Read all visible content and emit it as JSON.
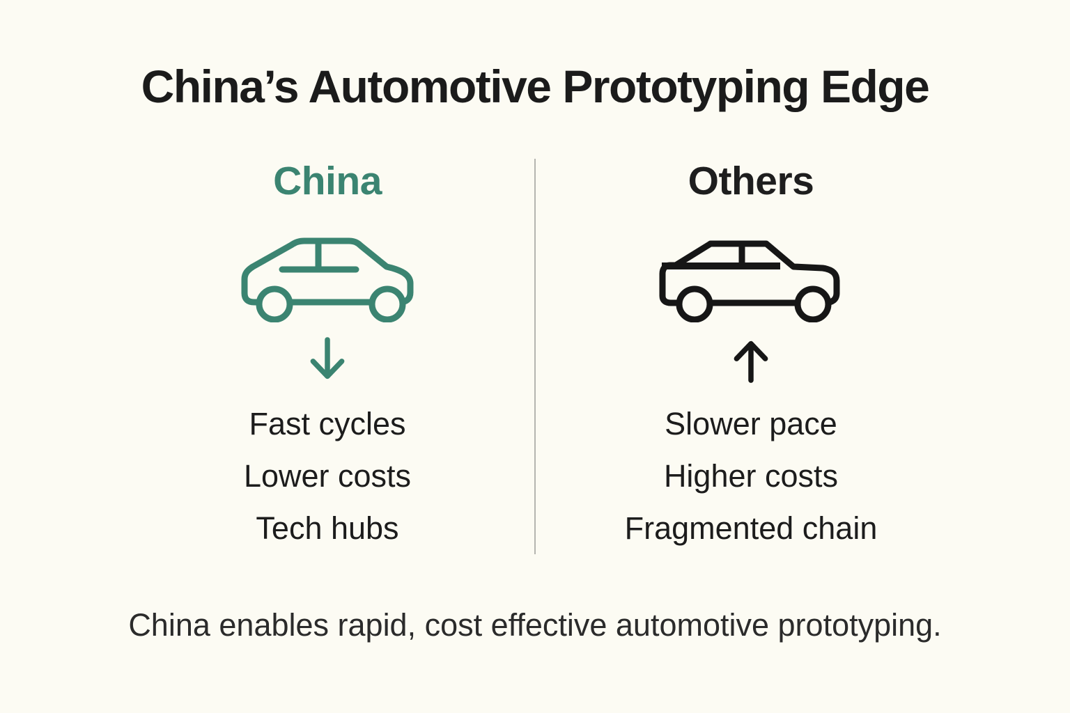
{
  "title": "China’s Automotive Prototyping Edge",
  "caption": "China enables rapid, cost effective automotive prototyping.",
  "columns": [
    {
      "header": "China",
      "icon": "car-icon",
      "arrow_icon": "down-arrow-icon",
      "arrow_direction": "down",
      "items": [
        "Fast cycles",
        "Lower costs",
        "Tech hubs"
      ]
    },
    {
      "header": "Others",
      "icon": "car-icon",
      "arrow_icon": "up-arrow-icon",
      "arrow_direction": "up",
      "items": [
        "Slower pace",
        "Higher costs",
        "Fragmented chain"
      ]
    }
  ],
  "colors": {
    "background": "#FCFBF3",
    "china_accent": "#3B8471",
    "others_accent": "#161616",
    "text": "#1C1C1C",
    "caption_text": "#2B2B2B",
    "divider": "#B5B5B0"
  }
}
